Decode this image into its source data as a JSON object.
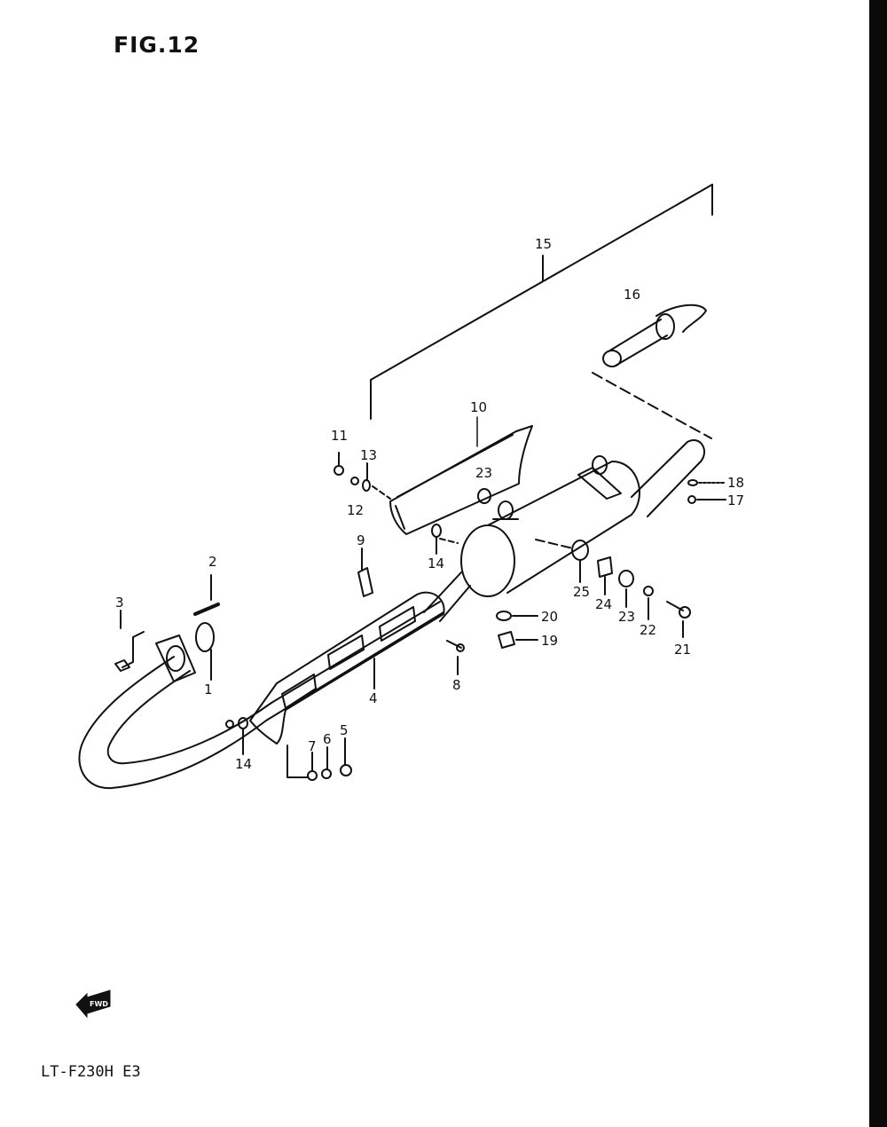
{
  "figure": {
    "title": "FIG.12",
    "model": "LT-F230H E3"
  },
  "fwd_badge": {
    "text": "FWD",
    "icon": "forward-arrow-icon"
  },
  "labels": {
    "l1": "1",
    "l2": "2",
    "l3": "3",
    "l4": "4",
    "l5": "5",
    "l6": "6",
    "l7": "7",
    "l8": "8",
    "l9": "9",
    "l10": "10",
    "l11": "11",
    "l12": "12",
    "l13": "13",
    "l14a": "14",
    "l14b": "14",
    "l15": "15",
    "l16": "16",
    "l17": "17",
    "l18": "18",
    "l19": "19",
    "l20": "20",
    "l21": "21",
    "l22": "22",
    "l23a": "23",
    "l23b": "23",
    "l24": "24",
    "l25": "25"
  },
  "colors": {
    "ink": "#111111",
    "paper": "#ffffff",
    "edge": "#0a0a0a"
  }
}
